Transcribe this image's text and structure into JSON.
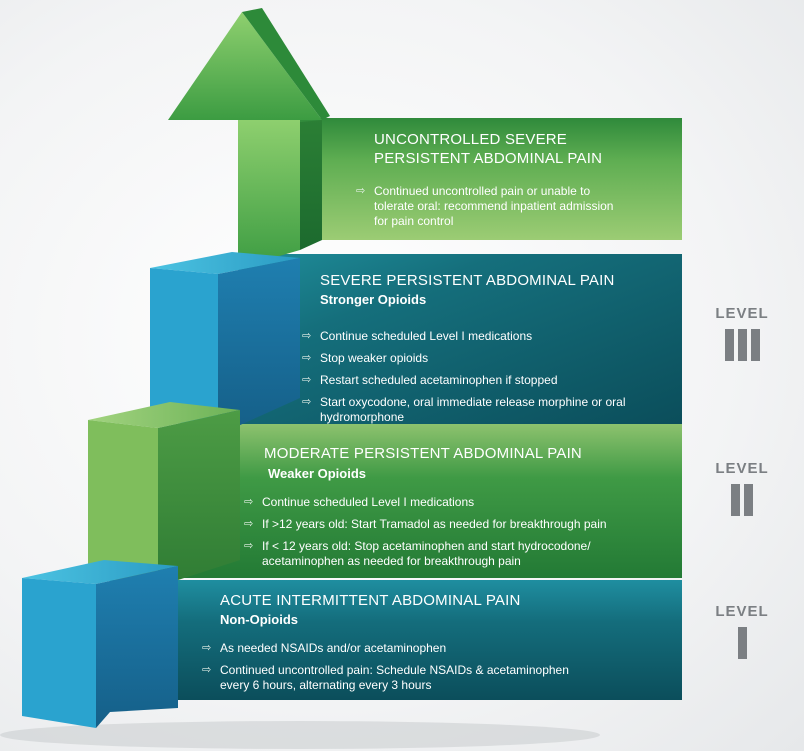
{
  "levels": [
    {
      "word": "LEVEL",
      "numeral": "III"
    },
    {
      "word": "LEVEL",
      "numeral": "II"
    },
    {
      "word": "LEVEL",
      "numeral": "I"
    }
  ],
  "steps": {
    "uncontrolled": {
      "title_line1": "UNCONTROLLED SEVERE",
      "title_line2": "PERSISTENT ABDOMINAL PAIN",
      "bullets": [
        "Continued uncontrolled pain or unable to tolerate oral: recommend inpatient admission for pain control"
      ]
    },
    "severe": {
      "title": "SEVERE PERSISTENT ABDOMINAL PAIN",
      "subtitle": "Stronger Opioids",
      "bullets": [
        "Continue scheduled Level I medications",
        "Stop weaker opioids",
        "Restart scheduled acetaminophen if stopped",
        "Start oxycodone, oral immediate release morphine or oral hydromorphone"
      ]
    },
    "moderate": {
      "title": "MODERATE PERSISTENT ABDOMINAL PAIN",
      "subtitle": "Weaker Opioids",
      "bullets": [
        "Continue scheduled Level I medications",
        "If >12 years old: Start Tramadol as needed for breakthrough pain",
        "If < 12 years old: Stop acetaminophen and start hydrocodone/ acetaminophen as needed for breakthrough pain"
      ]
    },
    "acute": {
      "title": "ACUTE INTERMITTENT ABDOMINAL PAIN",
      "subtitle": "Non-Opioids",
      "bullets": [
        "As needed NSAIDs and/or acetaminophen",
        "Continued uncontrolled pain: Schedule NSAIDs & acetaminophen every 6 hours, alternating every 3 hours"
      ]
    }
  },
  "arrow_glyph": "⇨",
  "colors": {
    "green_dark": "#3f9a3f",
    "green_light": "#8fc26a",
    "teal_dark": "#0d5f6b",
    "teal_mid": "#1c8a96",
    "blue_light": "#3cb0d6",
    "level_gray": "#7b7f83"
  }
}
